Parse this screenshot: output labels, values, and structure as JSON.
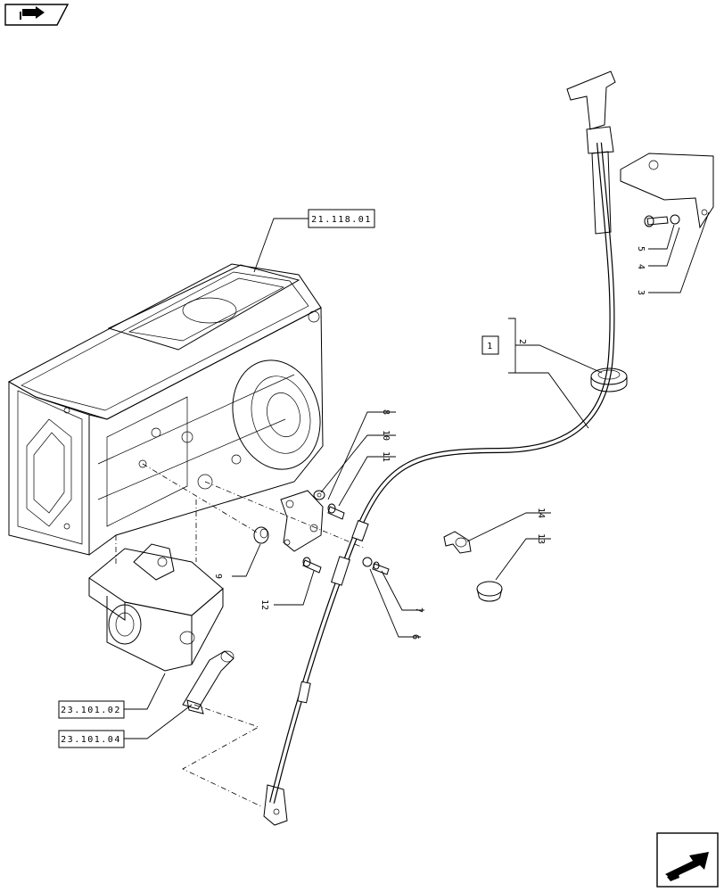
{
  "diagram": {
    "nav_icons": {
      "top_left": "book-arrow-icon",
      "bottom_right": "next-page-arrow-icon"
    },
    "reference_boxes": [
      {
        "id": "ref-21-118-01",
        "label": "21.118.01"
      },
      {
        "id": "ref-23-101-02",
        "label": "23.101.02"
      },
      {
        "id": "ref-23-101-04",
        "label": "23.101.04"
      },
      {
        "id": "ref-kit-1",
        "label": "1"
      }
    ],
    "callouts": [
      {
        "id": "c2",
        "label": "2"
      },
      {
        "id": "c3",
        "label": "3"
      },
      {
        "id": "c4",
        "label": "4"
      },
      {
        "id": "c5",
        "label": "5"
      },
      {
        "id": "c6",
        "label": "6"
      },
      {
        "id": "c7",
        "label": "7"
      },
      {
        "id": "c8",
        "label": "8"
      },
      {
        "id": "c9",
        "label": "9"
      },
      {
        "id": "c10",
        "label": "10"
      },
      {
        "id": "c11",
        "label": "11"
      },
      {
        "id": "c12",
        "label": "12"
      },
      {
        "id": "c13",
        "label": "13"
      },
      {
        "id": "c14",
        "label": "14"
      }
    ]
  }
}
